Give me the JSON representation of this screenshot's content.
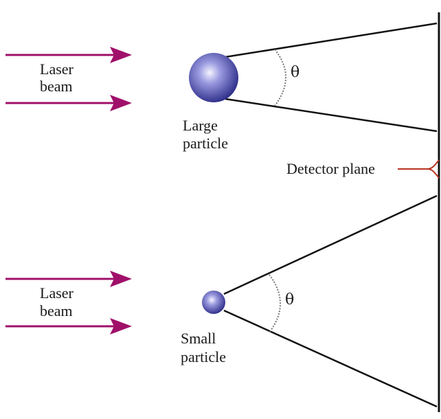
{
  "top": {
    "beam_label_line1": "Laser",
    "beam_label_line2": "beam",
    "particle_label_line1": "Large",
    "particle_label_line2": "particle",
    "angle_label": "θ"
  },
  "bottom": {
    "beam_label_line1": "Laser",
    "beam_label_line2": "beam",
    "particle_label_line1": "Small",
    "particle_label_line2": "particle",
    "angle_label": "θ"
  },
  "detector": {
    "label": "Detector plane"
  },
  "colors": {
    "beam_arrow": "#a0106a",
    "pointer": "#b8321e",
    "line": "#111111",
    "particle_highlight": "#e8e8ff",
    "particle_shadow": "#2e2e8a"
  }
}
